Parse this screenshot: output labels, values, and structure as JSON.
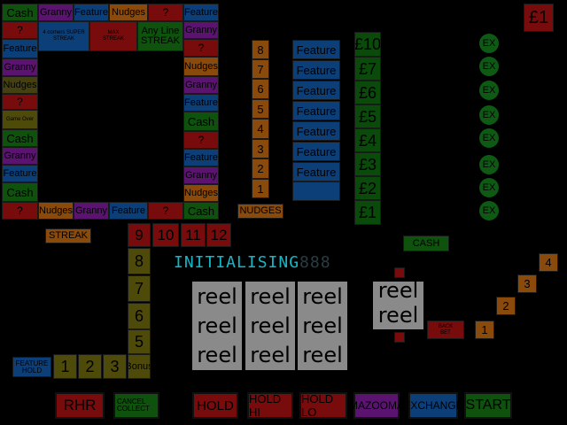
{
  "board": {
    "top_row": [
      "Cash",
      "Granny",
      "Feature",
      "Nudges",
      "?",
      "Feature"
    ],
    "left_col": [
      "?",
      "Feature",
      "Granny",
      "Nudges",
      "?",
      "Game Over",
      "Cash",
      "Granny",
      "Feature",
      "Cash",
      "?"
    ],
    "bottom_row": [
      "Nudges",
      "Granny",
      "Feature",
      "?",
      "Cash"
    ],
    "right_col": [
      "Granny",
      "?",
      "Nudges",
      "Granny",
      "Feature",
      "Cash",
      "?",
      "Feature",
      "Granny",
      "Nudges"
    ],
    "inner_1": "4 corners SUPER STREAK",
    "inner_2": "MAX STREAK",
    "inner_3": "Any Line STREAK"
  },
  "nudge_ladder": [
    "8",
    "7",
    "6",
    "5",
    "4",
    "3",
    "2",
    "1"
  ],
  "nudges_label": "NUDGES",
  "feature_ladder": [
    "Feature",
    "Feature",
    "Feature",
    "Feature",
    "Feature",
    "Feature",
    "Feature"
  ],
  "cash_ladder": [
    "£10",
    "£7",
    "£6",
    "£5",
    "£4",
    "£3",
    "£2",
    "£1"
  ],
  "ex_ladder": [
    "EX",
    "EX",
    "EX",
    "EX",
    "EX",
    "EX",
    "EX",
    "EX"
  ],
  "top_prize": "£1",
  "streak_label": "STREAK",
  "cash_label": "CASH",
  "number_trail": {
    "top": [
      "9",
      "10",
      "11",
      "12"
    ],
    "left": [
      "8",
      "7",
      "6",
      "5"
    ],
    "bottom": [
      "1",
      "2",
      "3"
    ],
    "bonus": "Bonus",
    "feature_hold": "FEATURE HOLD"
  },
  "display": {
    "text": "INITIALISING",
    "dim": "888"
  },
  "reels": [
    [
      "reel",
      "reel",
      "reel"
    ],
    [
      "reel",
      "reel",
      "reel"
    ],
    [
      "reel",
      "reel",
      "reel"
    ]
  ],
  "side_reel": [
    "reel",
    "reel"
  ],
  "stairs": [
    "4",
    "3",
    "2",
    "1"
  ],
  "back_bet": "BACK BET",
  "buttons": {
    "rhr": "RHR",
    "cancel": "CANCEL COLLECT",
    "hold": "HOLD",
    "hold_hi": "HOLD HI",
    "hold_lo": "HOLD LO",
    "mazooma": "MAZOOMA",
    "exchange": "EXCHANGE",
    "start": "START"
  }
}
